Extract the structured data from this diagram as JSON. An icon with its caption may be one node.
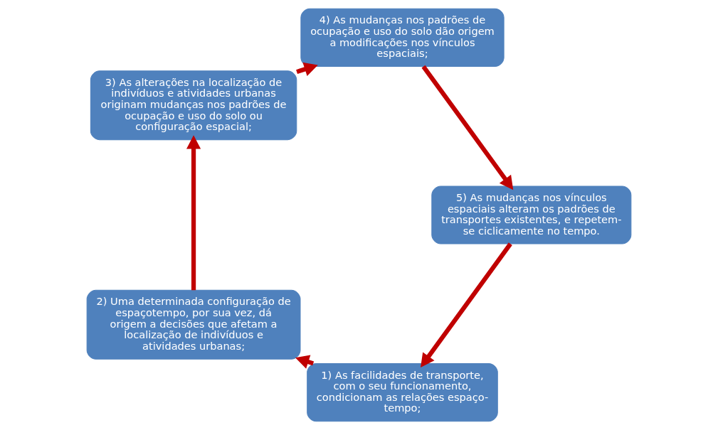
{
  "diagram": {
    "nodes": [
      {
        "text": [
          "1) As facilidades de transporte, com o seu funcionamento, condicionam as relações espaço-tempo;"
        ]
      },
      {
        "text": [
          "2) Uma determinada configuração de espaçotempo, por sua vez, dá origem a decisões que afetam a localização de indivíduos e atividades urbanas;"
        ]
      },
      {
        "text": [
          "3) As alterações na localização de indivíduos e atividades urbanas originam mudanças nos padrões de ocupação e uso do solo ou configuração espacial;"
        ]
      },
      {
        "text": [
          "4) As mudanças nos padrões de ocupação e uso do solo dão origem a modificações nos vínculos espaciais;"
        ]
      },
      {
        "text": [
          "5) As mudanças nos vínculos espaciais alteram os padrões de transportes existentes, e repetem-se ciclicamente no tempo."
        ]
      }
    ],
    "edges": [
      {
        "from": 0,
        "to": 1,
        "arrow": "to"
      },
      {
        "from": 1,
        "to": 2,
        "arrow": "to"
      },
      {
        "from": 2,
        "to": 3,
        "arrow": "to"
      },
      {
        "from": 3,
        "to": 4,
        "arrow": "to"
      },
      {
        "from": 4,
        "to": 0,
        "arrow": "to"
      }
    ]
  }
}
